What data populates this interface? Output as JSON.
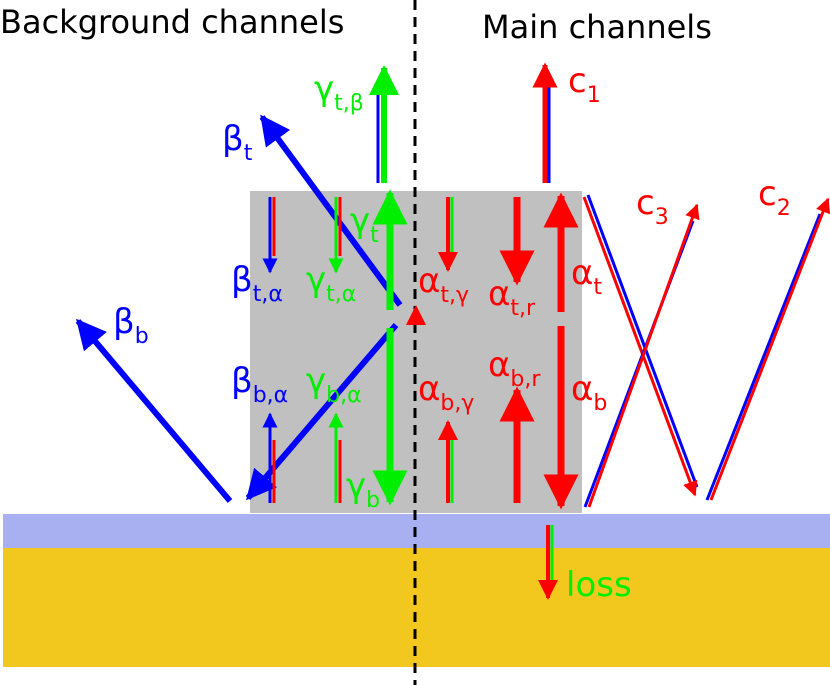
{
  "headers": {
    "background": "Background channels",
    "main": "Main channels"
  },
  "labels": {
    "gamma_t_beta": {
      "sym": "γ",
      "sub": "t,β"
    },
    "beta_t": {
      "sym": "β",
      "sub": "t"
    },
    "gamma_t": {
      "sym": "γ",
      "sub": "t"
    },
    "beta_t_alpha": {
      "sym": "β",
      "sub": "t,α"
    },
    "gamma_t_alpha": {
      "sym": "γ",
      "sub": "t,α"
    },
    "alpha_t_gamma": {
      "sym": "α",
      "sub": "t,γ"
    },
    "alpha_t_r": {
      "sym": "α",
      "sub": "t,r"
    },
    "alpha_t": {
      "sym": "α",
      "sub": "t"
    },
    "beta_b": {
      "sym": "β",
      "sub": "b"
    },
    "beta_b_alpha": {
      "sym": "β",
      "sub": "b,α"
    },
    "gamma_b_alpha": {
      "sym": "γ",
      "sub": "b,α"
    },
    "alpha_b_gamma": {
      "sym": "α",
      "sub": "b,γ"
    },
    "alpha_b_r": {
      "sym": "α",
      "sub": "b,r"
    },
    "alpha_b": {
      "sym": "α",
      "sub": "b"
    },
    "gamma_b": {
      "sym": "γ",
      "sub": "b"
    },
    "c1": {
      "sym": "c",
      "sub": "1"
    },
    "c2": {
      "sym": "c",
      "sub": "2"
    },
    "c3": {
      "sym": "c",
      "sub": "3"
    },
    "loss": "loss"
  },
  "colors": {
    "blue": "#0000ff",
    "red": "#ff0000",
    "green": "#00ee00",
    "box": "#c0c0c0",
    "layer": "#a8b0f2",
    "substrate": "#f2c81e"
  }
}
